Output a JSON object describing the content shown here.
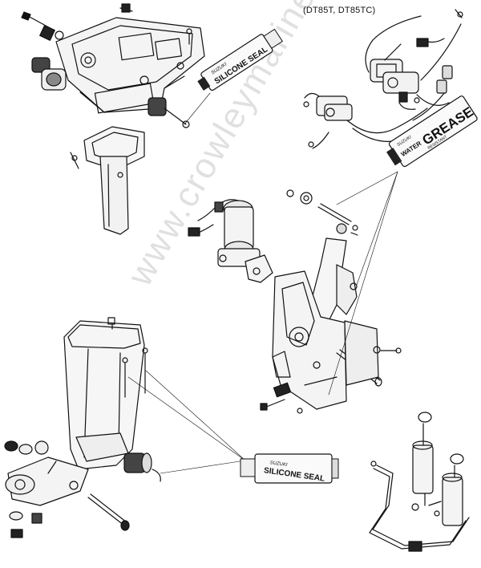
{
  "model_label": "(DT85T, DT85TC)",
  "watermark": "www.crowleymarine.com",
  "tubes": {
    "silicone_top": {
      "brand": "SUZUKI",
      "label": "SILICONE SEAL"
    },
    "grease": {
      "brand": "SUZUKI",
      "line1": "WATER",
      "line2": "GREASE",
      "line3": "RESISTANT"
    },
    "silicone_bottom": {
      "brand": "SUZUKI",
      "label": "SILICONE SEAL"
    }
  }
}
